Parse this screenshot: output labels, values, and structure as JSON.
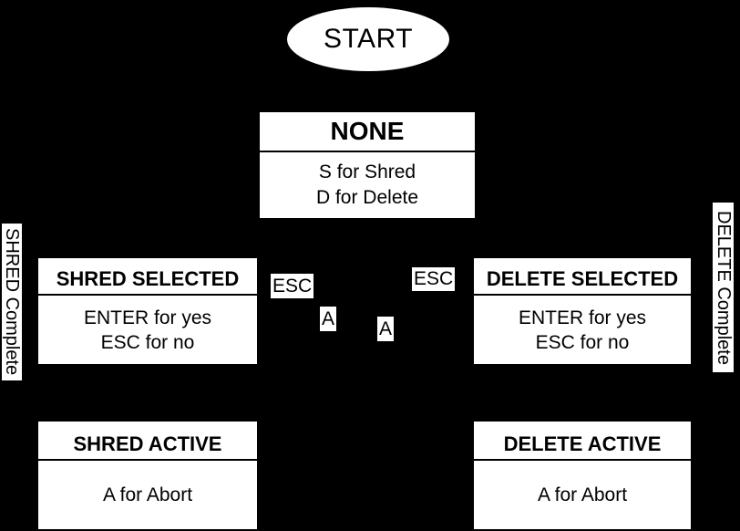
{
  "colors": {
    "background": "#000000",
    "node_fill": "#ffffff",
    "node_text": "#000000"
  },
  "start": {
    "label": "START"
  },
  "nodes": {
    "none": {
      "title": "NONE",
      "lines": [
        "S for Shred",
        "D for Delete"
      ]
    },
    "shred_selected": {
      "title": "SHRED SELECTED",
      "lines": [
        "ENTER for yes",
        "ESC for no"
      ]
    },
    "delete_selected": {
      "title": "DELETE SELECTED",
      "lines": [
        "ENTER for yes",
        "ESC for no"
      ]
    },
    "shred_active": {
      "title": "SHRED ACTIVE",
      "lines": [
        "A for Abort"
      ]
    },
    "delete_active": {
      "title": "DELETE ACTIVE",
      "lines": [
        "A for Abort"
      ]
    }
  },
  "edge_labels": {
    "esc_left": "ESC",
    "a_left": "A",
    "a_right": "A",
    "esc_right": "ESC"
  },
  "side_labels": {
    "left": "SHRED Complete",
    "right": "DELETE Complete"
  }
}
